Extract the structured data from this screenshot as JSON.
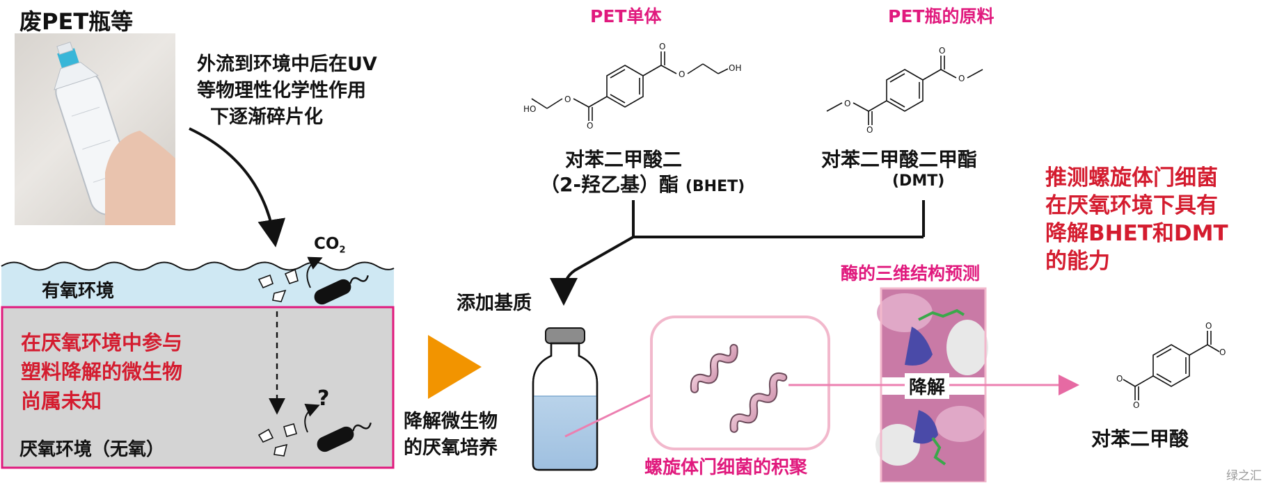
{
  "colors": {
    "magenta": "#e0197d",
    "red": "#d41c2f",
    "water_top": "#cfe8f3",
    "anaerobic_fill": "#d4d4d4",
    "orange": "#f29400",
    "pink_light": "#f2b8cc",
    "enzyme_pink": "#c97aa6"
  },
  "waste": {
    "title": "废PET瓶等",
    "description": [
      "外流到环境中后在UV",
      "等物理性化学性作用",
      "下逐渐碎片化"
    ]
  },
  "environment": {
    "co2": "CO",
    "co2_sub": "2",
    "aerobic": "有氧环境",
    "anaerobic": "厌氧环境（无氧）",
    "unknown": [
      "在厌氧环境中参与",
      "塑料降解的微生物",
      "尚属未知"
    ],
    "question": "?"
  },
  "substrates": {
    "bhet_header": "PET单体",
    "dmt_header": "PET瓶的原料",
    "bhet_name": [
      "对苯二甲酸二",
      "（2-羟乙基）酯"
    ],
    "bhet_abbr": "(BHET)",
    "dmt_name": "对苯二甲酸二甲酯",
    "dmt_abbr": "(DMT)",
    "bhet_oh_left": "HO",
    "bhet_oh_right": "OH",
    "o": "O"
  },
  "process": {
    "add_substrate": "添加基质",
    "culture": [
      "降解微生物",
      "的厌氧培养"
    ],
    "accumulation": "螺旋体门细菌的积聚",
    "enzyme_title": "酶的三维结构预测",
    "degrade": "降解",
    "product": "对苯二甲酸"
  },
  "conclusion": [
    "推测螺旋体门细菌",
    "在厌氧环境下具有",
    "降解BHET和DMT",
    "的能力"
  ],
  "watermark": "绿之汇"
}
